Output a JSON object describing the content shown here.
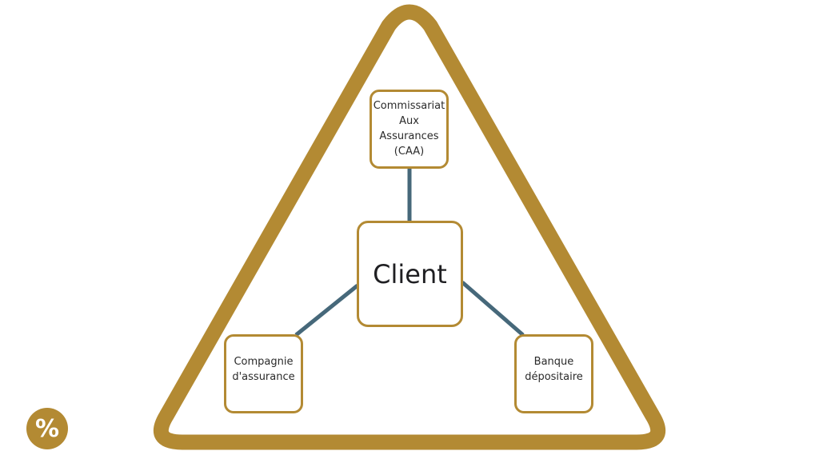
{
  "colors": {
    "triangle": "#b38a33",
    "box_border": "#b38a33",
    "connector": "#46687a",
    "badge_bg": "#b38a33",
    "text": "#222222"
  },
  "nodes": {
    "center": {
      "label": "Client"
    },
    "top": {
      "label": "Commissariat\nAux\nAssurances\n(CAA)"
    },
    "bottom_left": {
      "label": "Compagnie\nd'assurance"
    },
    "bottom_right": {
      "label": "Banque\ndépositaire"
    }
  },
  "edges": [
    {
      "from": "center",
      "to": "top"
    },
    {
      "from": "center",
      "to": "bottom_left"
    },
    {
      "from": "center",
      "to": "bottom_right"
    }
  ],
  "badge": {
    "icon": "percent-icon",
    "glyph": "%"
  }
}
